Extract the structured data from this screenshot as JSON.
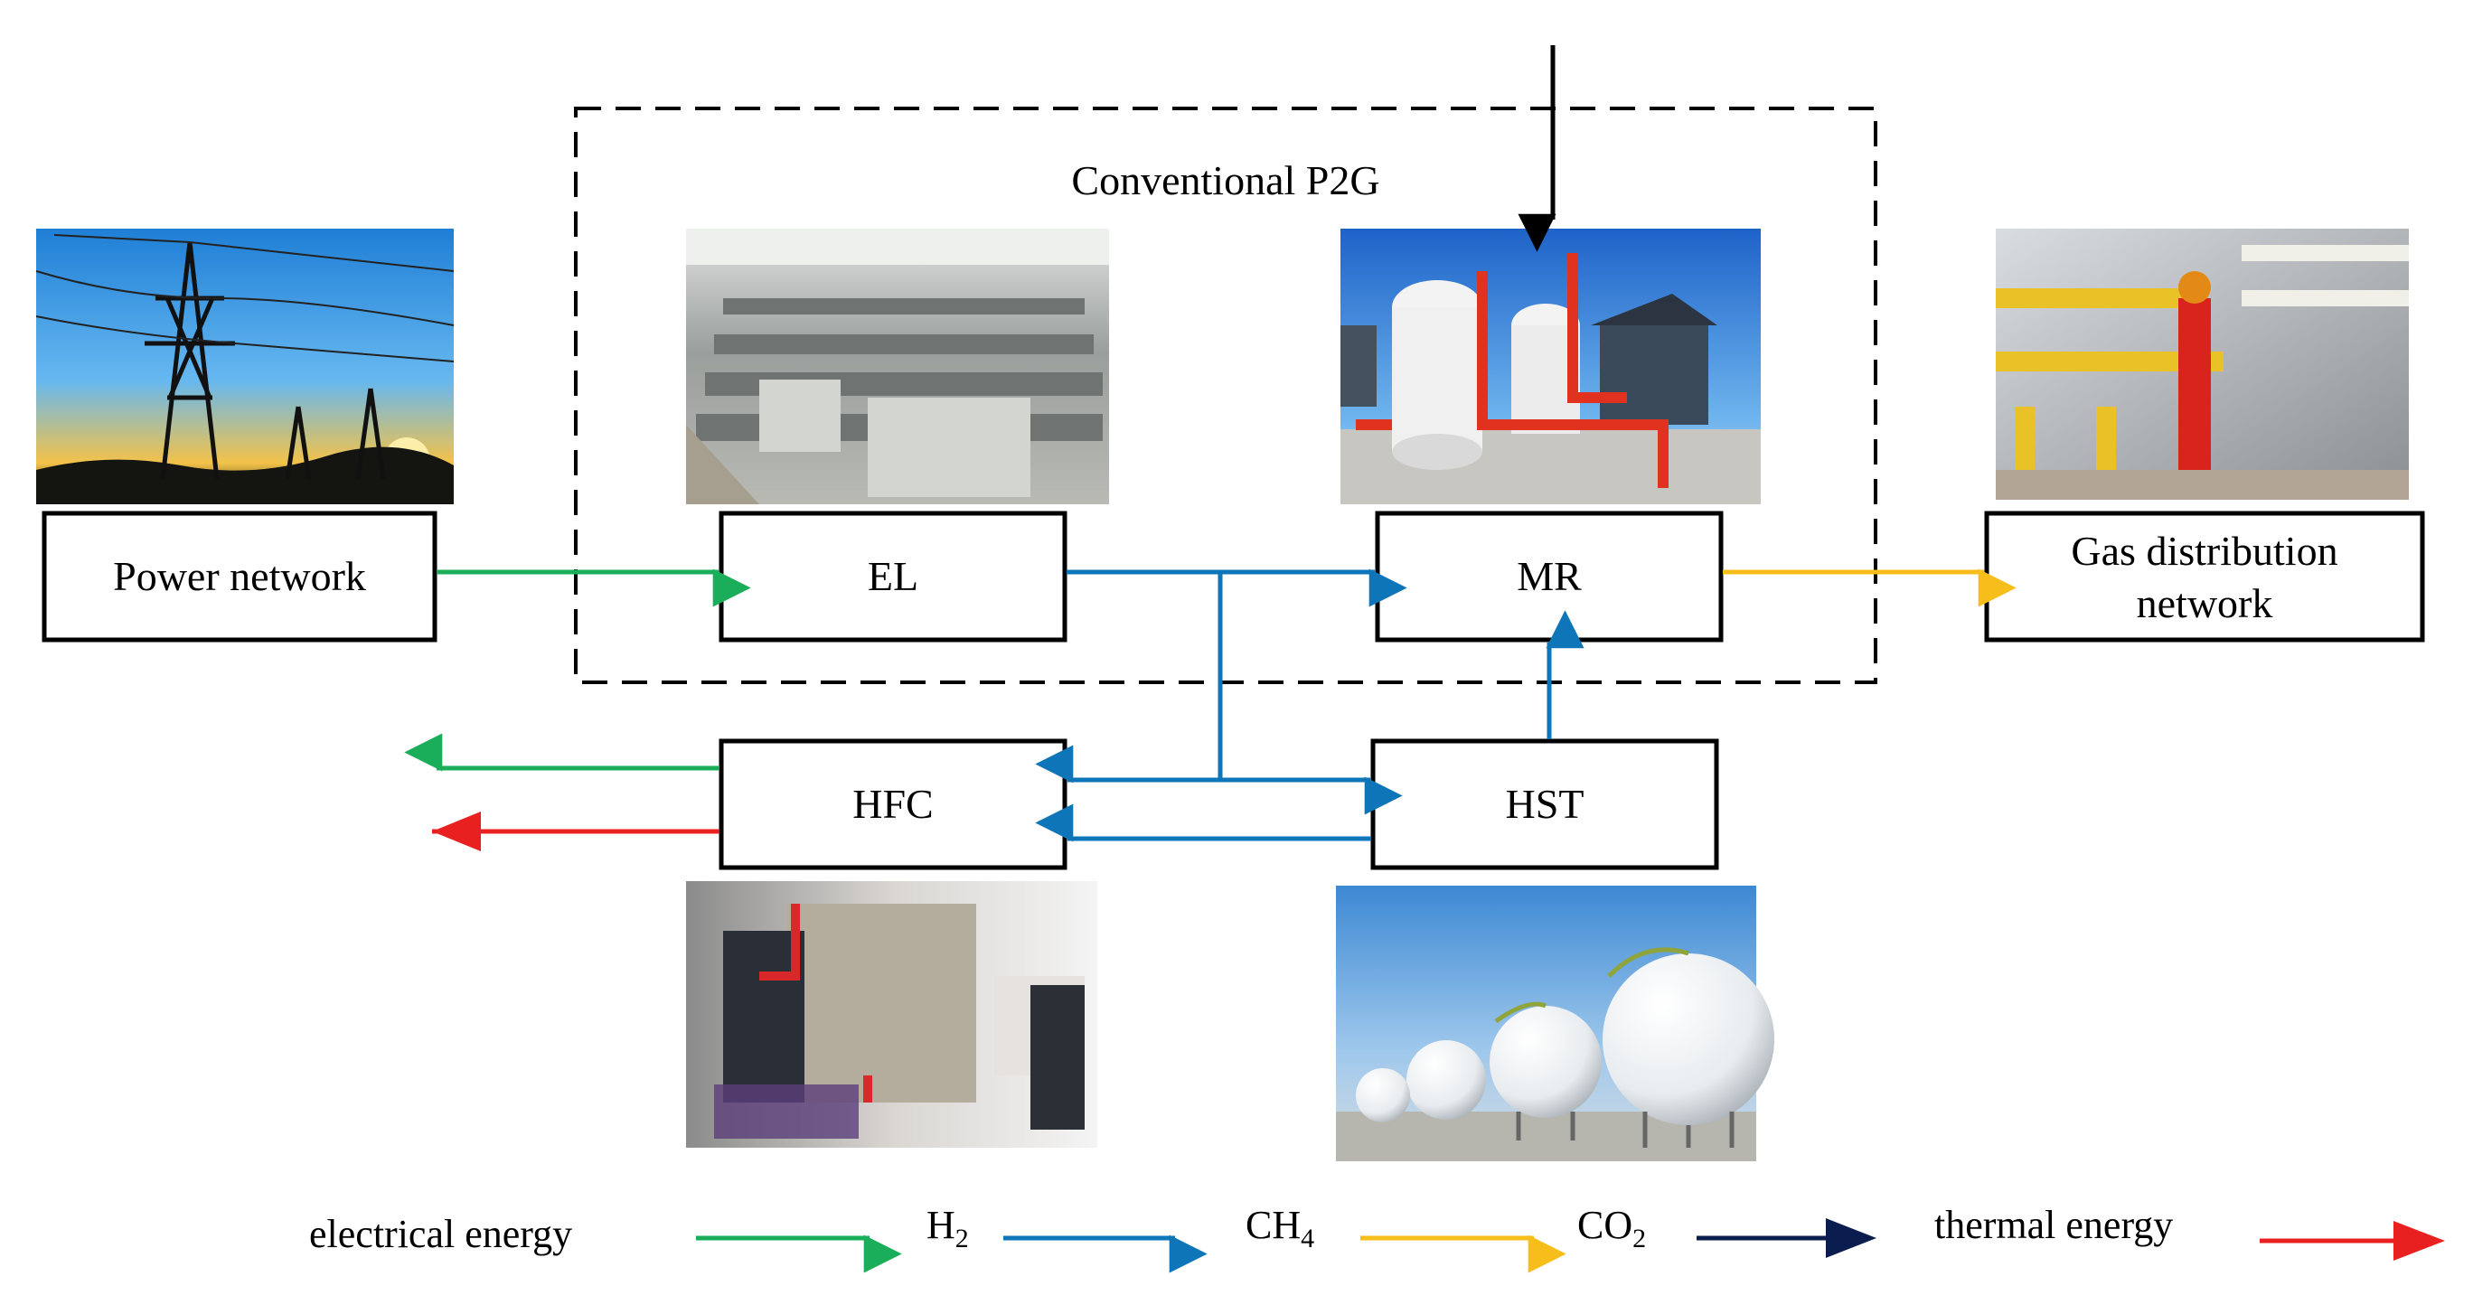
{
  "diagram": {
    "group_label": "Conventional P2G",
    "nodes": {
      "power_network": "Power network",
      "el": "EL",
      "mr": "MR",
      "gas_network_line1": "Gas distribution",
      "gas_network_line2": "network",
      "hfc": "HFC",
      "hst": "HST"
    },
    "legend": [
      {
        "label": "electrical energy",
        "color": "#1aad5a"
      },
      {
        "label": "H",
        "sub": "2",
        "color": "#0e75b8"
      },
      {
        "label": "CH",
        "sub": "4",
        "color": "#f7bd1a"
      },
      {
        "label": "CO",
        "sub": "2",
        "color": "#0b1d4e"
      },
      {
        "label": "thermal energy",
        "color": "#e8201f"
      }
    ],
    "colors": {
      "electrical": "#1aad5a",
      "h2": "#0e75b8",
      "ch4": "#f7bd1a",
      "co2": "#0b1d4e",
      "thermal": "#e8201f"
    }
  }
}
